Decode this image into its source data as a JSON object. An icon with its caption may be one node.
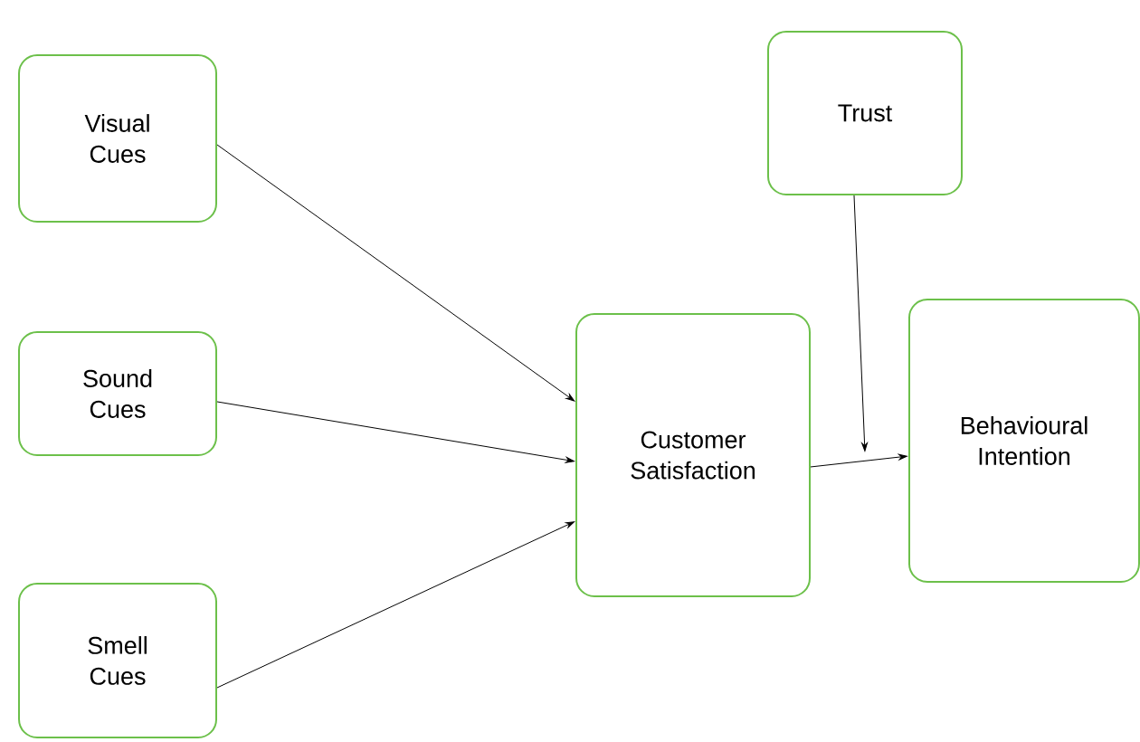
{
  "diagram": {
    "nodes": [
      {
        "text": [
          "Visual Cues"
        ]
      },
      {
        "text": [
          "Sound Cues"
        ]
      },
      {
        "text": [
          "Smell Cues"
        ]
      },
      {
        "text": [
          "Customer Satisfaction"
        ]
      },
      {
        "text": [
          "Trust"
        ]
      },
      {
        "text": [
          "Behavioural Intention"
        ]
      }
    ],
    "edges": [
      {
        "from": 0,
        "to": 3,
        "arrow": "to"
      },
      {
        "from": 1,
        "to": 3,
        "arrow": "to"
      },
      {
        "from": 2,
        "to": 3,
        "arrow": "to"
      },
      {
        "from": 3,
        "to": 5,
        "arrow": "to"
      },
      {
        "from": 4,
        "to": null,
        "arrow": "to"
      }
    ]
  }
}
